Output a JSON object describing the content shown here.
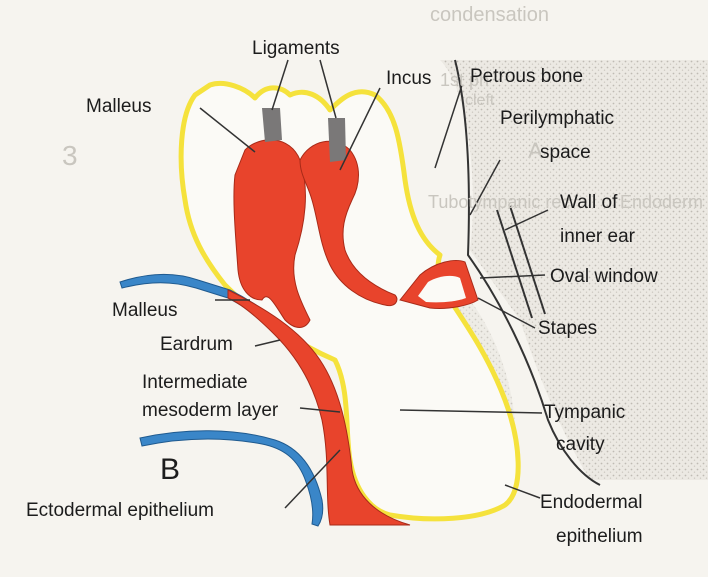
{
  "labels": {
    "ligaments": "Ligaments",
    "incus": "Incus",
    "petrous_bone": "Petrous bone",
    "malleus_top": "Malleus",
    "perilymphatic_line1": "Perilymphatic",
    "perilymphatic_line2": "space",
    "wall_line1": "Wall of",
    "wall_line2": "inner ear",
    "oval_window": "Oval window",
    "malleus_left": "Malleus",
    "stapes": "Stapes",
    "eardrum": "Eardrum",
    "intermediate_line1": "Intermediate",
    "intermediate_line2": "mesoderm layer",
    "tympanic_line1": "Tympanic",
    "tympanic_line2": "cavity",
    "panel_letter": "B",
    "ectodermal": "Ectodermal epithelium",
    "endodermal_line1": "Endodermal",
    "endodermal_line2": "epithelium"
  },
  "bleed_through": {
    "line1": "condensation",
    "line2": "1st ph",
    "line3": "cleft",
    "line4": "Tubotympanic rec",
    "line5": "Endoderm",
    "letter_a": "A",
    "number_3": "3"
  },
  "colors": {
    "ossicle_red": "#e8442c",
    "ligament_gray": "#7a7878",
    "endoderm_yellow": "#f5e23c",
    "ectoderm_blue": "#3a86c8",
    "bone_stipple": "#d9d6d0",
    "line": "#333333"
  }
}
